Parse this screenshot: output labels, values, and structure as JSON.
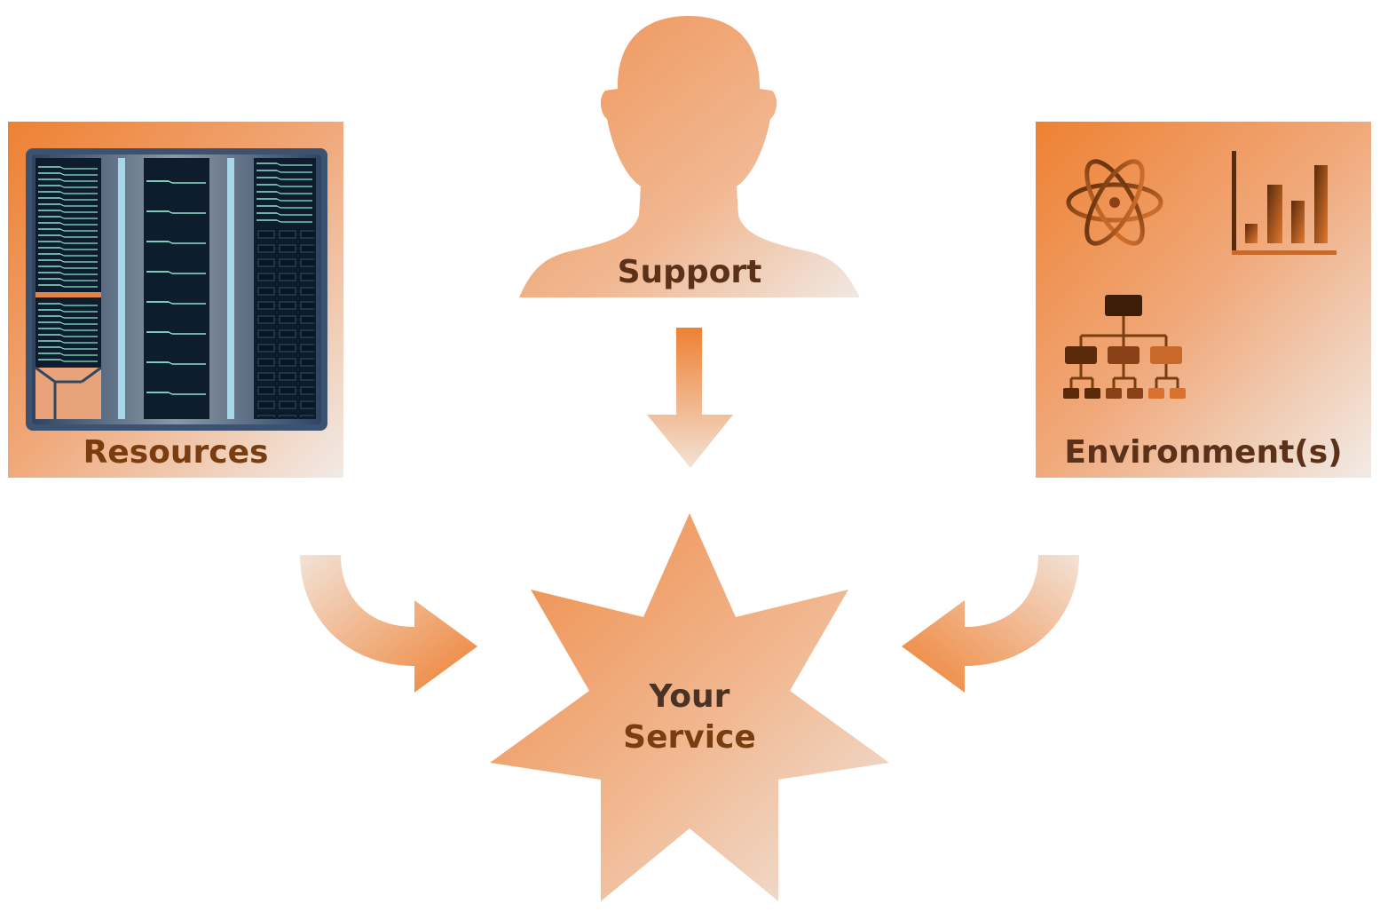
{
  "nodes": {
    "resources": {
      "label": "Resources",
      "icon": "server-rack-icon"
    },
    "support": {
      "label": "Support",
      "icon": "person-silhouette-icon"
    },
    "environments": {
      "label": "Environment(s)",
      "icons": [
        "atom-icon",
        "bar-chart-icon",
        "hierarchy-tree-icon"
      ]
    },
    "service": {
      "line1": "Your",
      "line2": "Service",
      "icon": "star-burst-icon"
    }
  },
  "edges": [
    {
      "from": "support",
      "to": "service",
      "icon": "arrow-down-icon"
    },
    {
      "from": "resources",
      "to": "service",
      "icon": "curved-arrow-right-icon"
    },
    {
      "from": "environments",
      "to": "service",
      "icon": "curved-arrow-left-icon"
    }
  ],
  "colors": {
    "accent": "#ee8133",
    "accent_light": "#f2c9ad",
    "fade": "#f0ece8",
    "label_brown": "#7a3d10",
    "label_dark": "#4a3324",
    "rack_frame": "#3b5270",
    "rack_inner": "#0d1d2e",
    "rack_led": "#8ee2ce"
  }
}
